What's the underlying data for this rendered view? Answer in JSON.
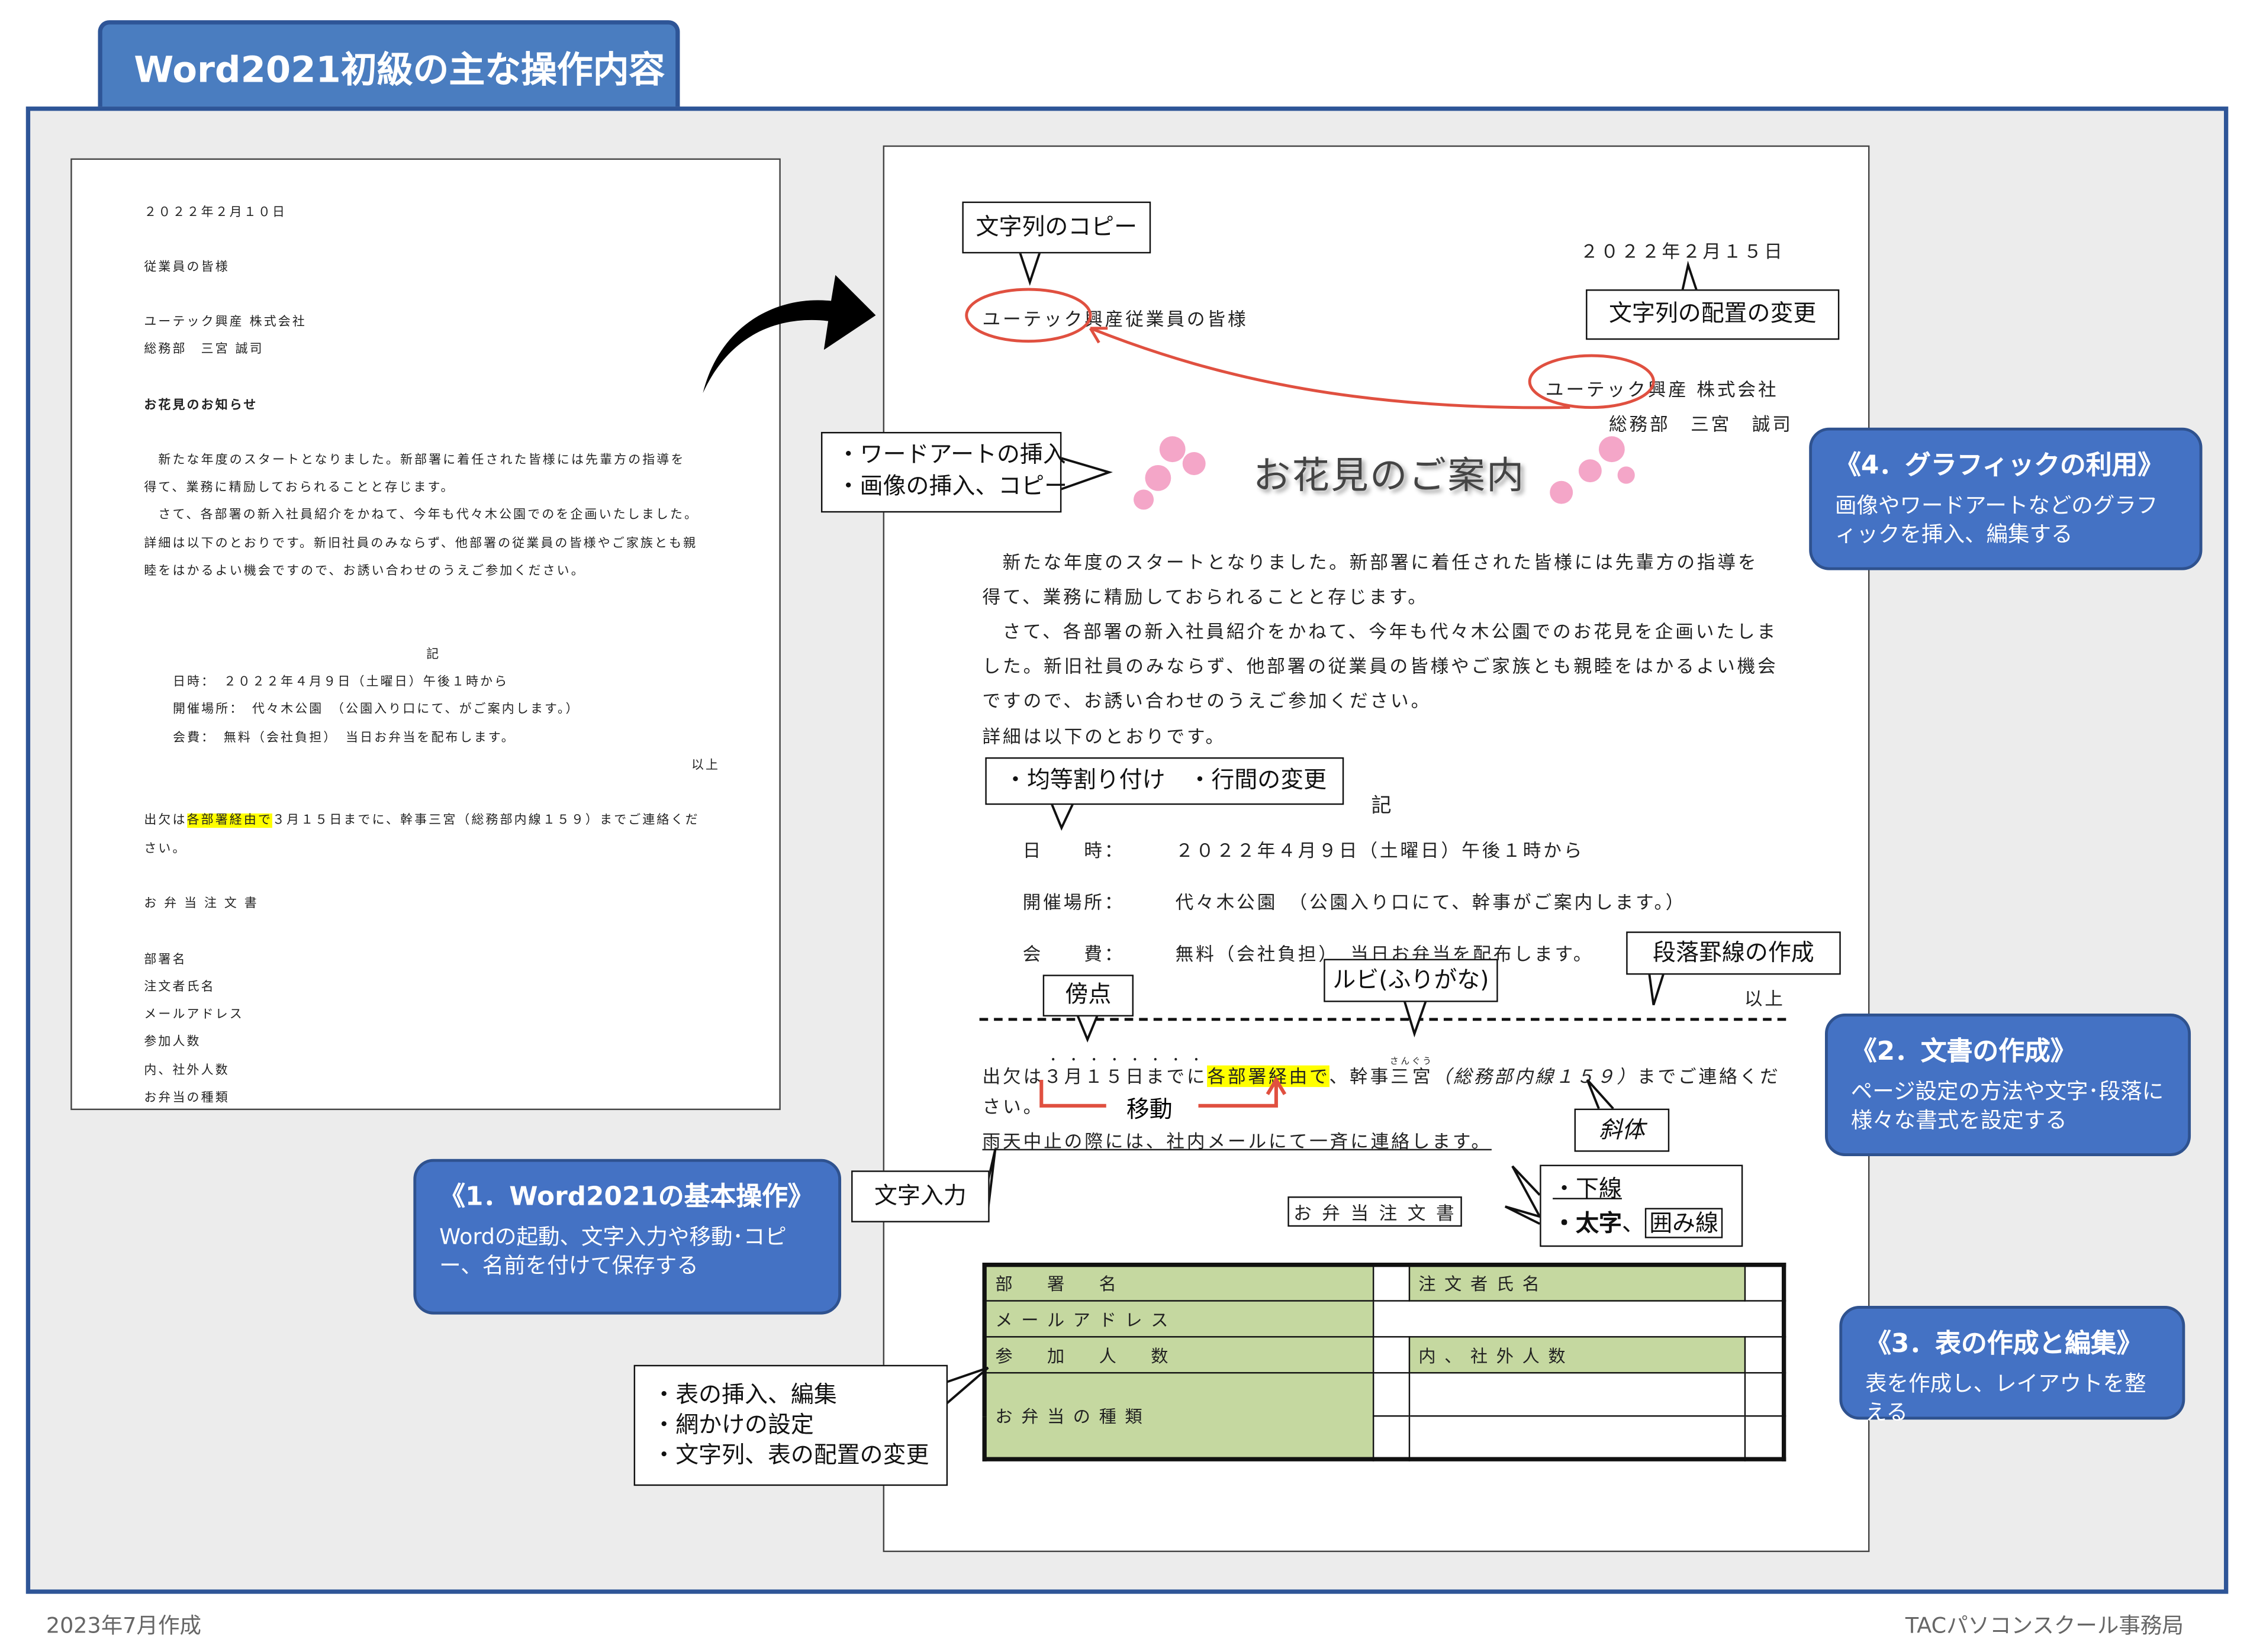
{
  "title": "Word2021初級の主な操作内容",
  "footer": {
    "left": "2023年7月作成",
    "right": "TACパソコンスクール事務局"
  },
  "before_doc": {
    "lines": [
      "２０２２年２月１０日",
      "従業員の皆様",
      "ユーテック興産 株式会社",
      "総務部　三宮 誠司",
      "お花見のお知らせ",
      "　新たな年度のスタートとなりました。新部署に着任された皆様には先輩方の指導を",
      "得て、業務に精励しておられることと存じます。",
      "　さて、各部署の新入社員紹介をかねて、今年も代々木公園でのを企画いたしました。",
      "詳細は以下のとおりです。新旧社員のみならず、他部署の従業員の皆様やご家族とも親",
      "睦をはかるよい機会ですので、お誘い合わせのうえご参加ください。"
    ],
    "ki": "記",
    "items": [
      "日時：　２０２２年４月９日（土曜日）午後１時から",
      "開催場所：　代々木公園　（公園入り口にて、がご案内します。）",
      "会費：　無料（会社負担）　当日お弁当を配布します。"
    ],
    "ijo": "以上",
    "contact_pre": "出欠は",
    "contact_hl": "各部署経由で",
    "contact_post": "３月１５日までに、幹事三宮（総務部内線１５９）までご連絡くだ",
    "contact_end": "さい。",
    "order_title": "お 弁 当 注 文 書",
    "order_fields": [
      "部署名",
      "注文者氏名",
      "メールアドレス",
      "参加人数",
      "内、社外人数",
      "お弁当の種類"
    ]
  },
  "after_doc": {
    "date": "２０２２年２月１５日",
    "to_hl": "ユーテック",
    "to_rest": "興産従業員の皆様",
    "from_hl": "ユーテック",
    "from_rest": "興産 株式会社",
    "dept": "総務部　三宮　誠司",
    "wordart": "お花見のご案内",
    "body": [
      "新たな年度のスタートとなりました。新部署に着任された皆様には先輩方の指導を",
      "得て、業務に精励しておられることと存じます。",
      "さて、各部署の新入社員紹介をかねて、今年も代々木公園でのお花見を企画いたしま",
      "した。新旧社員のみならず、他部署の従業員の皆様やご家族とも親睦をはかるよい機会",
      "ですので、お誘い合わせのうえご参加ください。",
      "詳細は以下のとおりです。"
    ],
    "ki": "記",
    "items": [
      {
        "k": "日　　時：",
        "v": "２０２２年４月９日（土曜日）午後１時から"
      },
      {
        "k": "開催場所：",
        "v": "代々木公園　（公園入り口にて、幹事がご案内します。）"
      },
      {
        "k": "会　　費：",
        "v": "無料（会社負担）　当日お弁当を配布します。"
      }
    ],
    "ijo": "以上",
    "contact_pre": "出欠は",
    "contact_dots": "３月１５日までに",
    "contact_hl": "各部署経由で",
    "contact_mid": "、幹事",
    "contact_ruby": "三宮",
    "ruby": "さんぐう",
    "contact_it": "（総務部内線１５９）",
    "contact_post": "までご連絡くだ",
    "contact_end": "さい。",
    "rain": "雨天中止の際には、社内メールにて一斉に連絡します。",
    "order_title": "お 弁 当 注 文 書",
    "table": {
      "r1": [
        "部　署　名",
        "注文者氏名"
      ],
      "r2": "メールアドレス",
      "r3": [
        "参　加　人　数",
        "内、社外人数"
      ],
      "r4": "お弁当の種類"
    }
  },
  "callouts": {
    "copy": "文字列のコピー",
    "align": "文字列の配置の変更",
    "wordart1": "・ワードアートの挿入",
    "wordart2": "・画像の挿入、コピー",
    "distribute": "・均等割り付け　・行間の変更",
    "border": "段落罫線の作成",
    "ruby": "ルビ(ふりがな)",
    "dots": "傍点",
    "italic": "斜体",
    "input": "文字入力",
    "move": "移動",
    "underline": "・下線",
    "bold": "・太字",
    "bold_sep": "、",
    "box": "囲み線",
    "table1": "・表の挿入、編集",
    "table2": "・網かけの設定",
    "table3": "・文字列、表の配置の変更"
  },
  "sections": [
    {
      "h": "《1．Word2021の基本操作》",
      "b": "Wordの起動、文字入力や移動･コピー、名前を付けて保存する"
    },
    {
      "h": "《2．文書の作成》",
      "b": "ページ設定の方法や文字･段落に様々な書式を設定する"
    },
    {
      "h": "《3．表の作成と編集》",
      "b": "表を作成し、レイアウトを整える"
    },
    {
      "h": "《4．グラフィックの利用》",
      "b": "画像やワードアートなどのグラフィックを挿入、編集する"
    }
  ],
  "colors": {
    "accent": "#4472c4",
    "frame": "#2e5597",
    "shade": "#c5d8a0",
    "highlight": "#ffff00",
    "red": "#e05040"
  }
}
